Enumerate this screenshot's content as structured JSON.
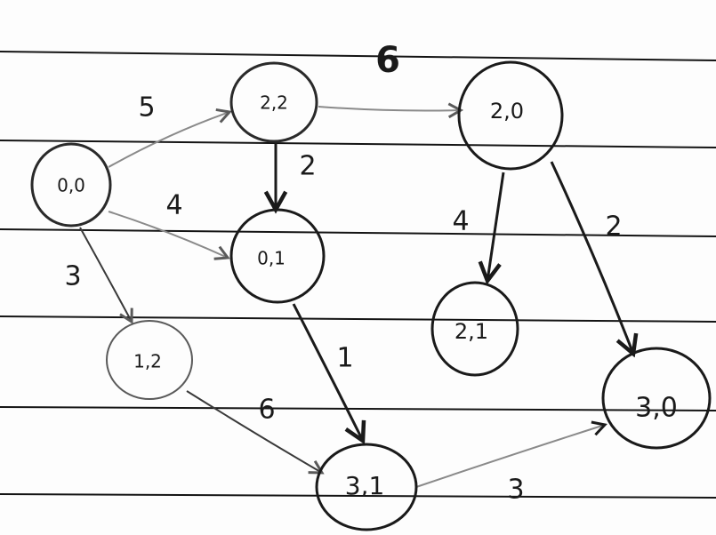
{
  "title_mark": "6",
  "colors": {
    "paper": "#fdfdfd",
    "rule_line": "#141414",
    "ink": "#1a1a1a",
    "faint_ink": "#8a8a8a"
  },
  "nodes": [
    {
      "id": "n00",
      "label": "0,0"
    },
    {
      "id": "n22",
      "label": "2,2"
    },
    {
      "id": "n01",
      "label": "0,1"
    },
    {
      "id": "n12",
      "label": "1,2"
    },
    {
      "id": "n31",
      "label": "3,1"
    },
    {
      "id": "n20",
      "label": "2,0"
    },
    {
      "id": "n21",
      "label": "2,1"
    },
    {
      "id": "n30",
      "label": "3,0"
    }
  ],
  "edges": [
    {
      "from": "0,0",
      "to": "2,2",
      "weight": "5"
    },
    {
      "from": "0,0",
      "to": "0,1",
      "weight": "4"
    },
    {
      "from": "0,0",
      "to": "1,2",
      "weight": "3"
    },
    {
      "from": "2,2",
      "to": "0,1",
      "weight": "2"
    },
    {
      "from": "0,1",
      "to": "3,1",
      "weight": "1"
    },
    {
      "from": "1,2",
      "to": "3,1",
      "weight": "6"
    },
    {
      "from": "2,0",
      "to": "2,1",
      "weight": "4"
    },
    {
      "from": "2,0",
      "to": "3,0",
      "weight": "2"
    },
    {
      "from": "3,1",
      "to": "3,0",
      "weight": "3"
    }
  ]
}
